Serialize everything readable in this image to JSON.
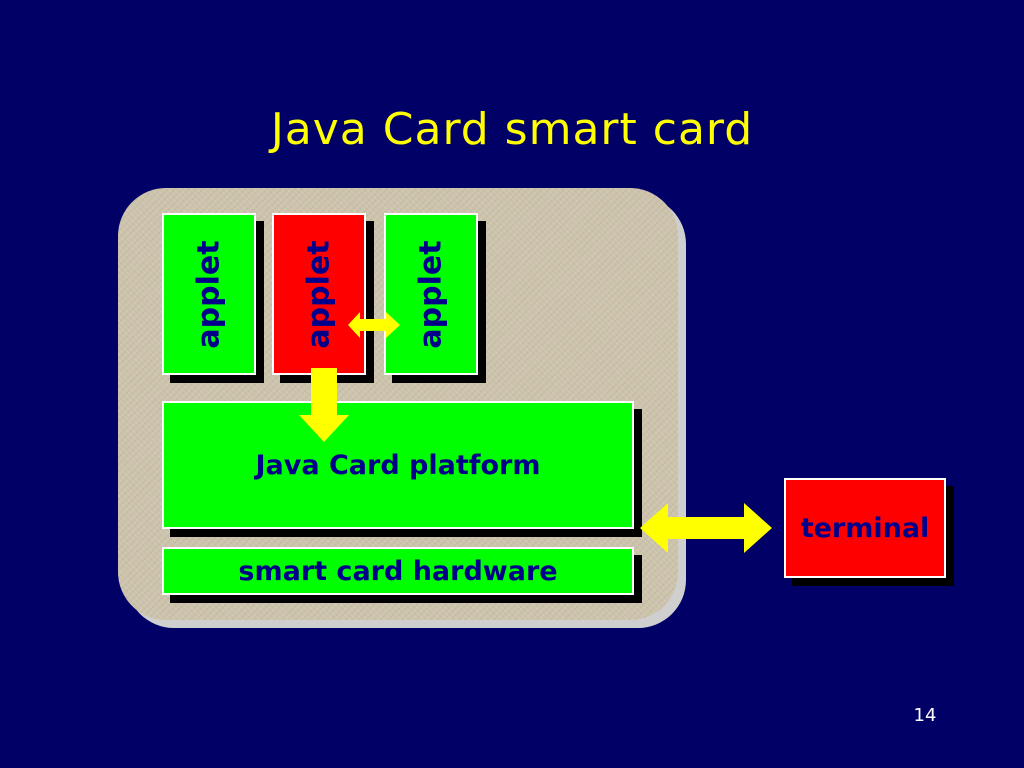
{
  "title": "Java Card smart card",
  "applets": [
    {
      "label": "applet",
      "color": "#00ff00"
    },
    {
      "label": "applet",
      "color": "#ff0000"
    },
    {
      "label": "applet",
      "color": "#00ff00"
    }
  ],
  "platform_label": "Java Card platform",
  "hardware_label": "smart card hardware",
  "terminal_label": "terminal",
  "page_number": "14",
  "colors": {
    "background": "#000066",
    "title": "#ffff00",
    "green_box": "#00ff00",
    "red_box": "#ff0000",
    "box_text": "#00008b",
    "arrow": "#ffff00"
  }
}
